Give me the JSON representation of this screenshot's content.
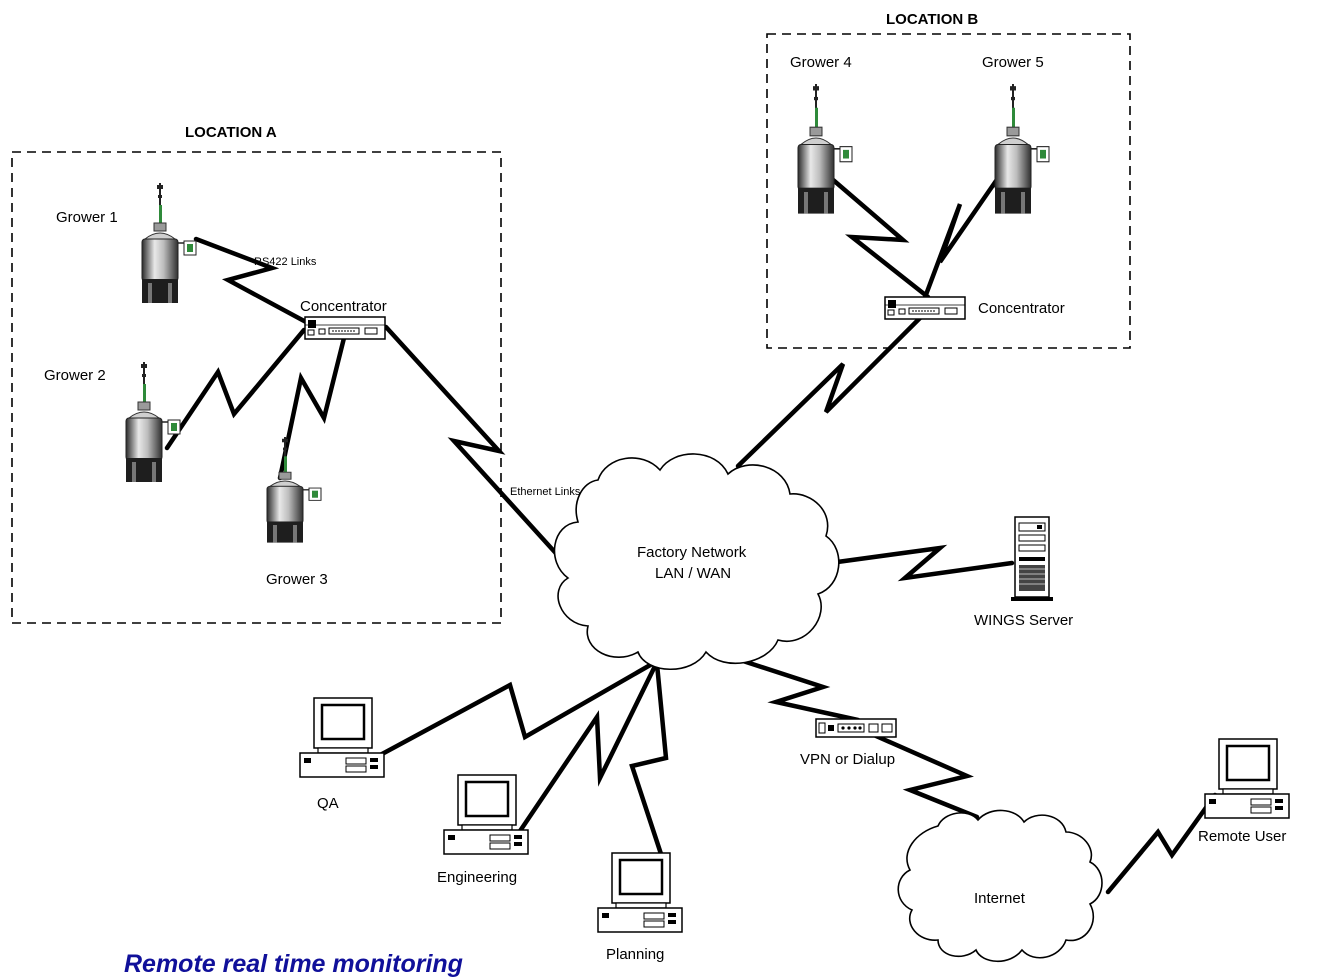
{
  "locations": {
    "a": {
      "title": "LOCATION A"
    },
    "b": {
      "title": "LOCATION B"
    }
  },
  "growers": {
    "g1": "Grower 1",
    "g2": "Grower 2",
    "g3": "Grower 3",
    "g4": "Grower 4",
    "g5": "Grower 5"
  },
  "concentrators": {
    "a": "Concentrator",
    "b": "Concentrator"
  },
  "links": {
    "rs422": "RS422 Links",
    "ethernet": "Ethernet Links"
  },
  "factory_network": {
    "line1": "Factory Network",
    "line2": "LAN / WAN"
  },
  "server": {
    "label": "WINGS Server"
  },
  "workstations": {
    "qa": "QA",
    "engineering": "Engineering",
    "planning": "Planning",
    "remote_user": "Remote User"
  },
  "vpn": {
    "label": "VPN or Dialup"
  },
  "internet": {
    "label": "Internet"
  },
  "caption": "Remote real time monitoring",
  "colors": {
    "caption": "#10109a",
    "vessel_dark": "#1e1e1e",
    "vessel_light": "#d8d8d8",
    "accent_green": "#2f8a3a"
  },
  "icons": {
    "grower": "bioreactor-icon",
    "concentrator": "hub-icon",
    "server": "server-tower-icon",
    "workstation": "desktop-computer-icon",
    "vpn": "modem-icon",
    "cloud": "cloud-icon"
  }
}
